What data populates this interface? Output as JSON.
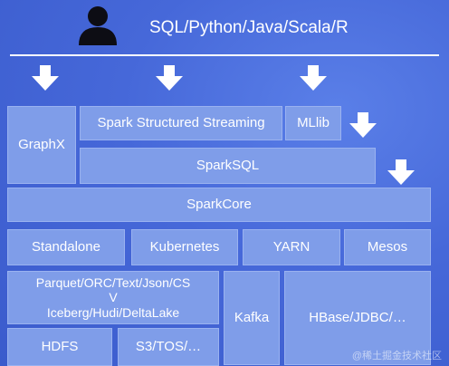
{
  "header": {
    "languages": "SQL/Python/Java/Scala/R"
  },
  "icons": {
    "user": "user-icon",
    "arrow": "arrow-down-icon"
  },
  "layers": {
    "graphx": "GraphX",
    "structured_streaming": "Spark Structured Streaming",
    "mllib": "MLlib",
    "sparksql": "SparkSQL",
    "sparkcore": "SparkCore"
  },
  "resource_managers": [
    "Standalone",
    "Kubernetes",
    "YARN",
    "Mesos"
  ],
  "storage": {
    "formats_line1": "Parquet/ORC/Text/Json/CS",
    "formats_line2": "V",
    "formats_line3": "Iceberg/Hudi/DeltaLake",
    "kafka": "Kafka",
    "hbase": "HBase/JDBC/…",
    "hdfs": "HDFS",
    "s3": "S3/TOS/…"
  },
  "watermark": "@稀土掘金技术社区",
  "colors": {
    "background": "#4668d9",
    "box": "#7f9de9",
    "text": "#ffffff"
  }
}
